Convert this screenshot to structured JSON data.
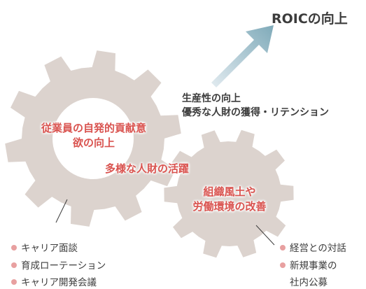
{
  "title": "ROICの向上",
  "arrow_text": [
    "生産性の向上",
    "優秀な人財の獲得・リテンション"
  ],
  "gear_large_text": [
    "従業員の自発的貢献意",
    "欲の向上"
  ],
  "middle_text": "多様な人財の活躍",
  "gear_small_text": [
    "組織風土や",
    "労働環境の改善"
  ],
  "left_bullets": [
    "キャリア面談",
    "育成ローテーション",
    "キャリア開発会議"
  ],
  "right_bullets": [
    "経営との対話",
    "新規事業の",
    "社内公募"
  ],
  "colors": {
    "gear": "#dcd3ce",
    "accent_text": "#d9534f",
    "bullet": "#e8a0a0",
    "arrow_start": "#cfdde6",
    "arrow_end": "#7faab9",
    "text": "#3c3c3c"
  }
}
